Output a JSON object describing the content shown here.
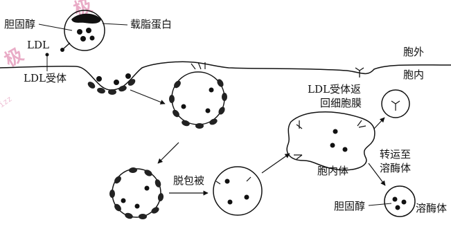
{
  "labels": {
    "cholesterol_top": "胆固醇",
    "apolipoprotein": "载脂蛋白",
    "ldl": "LDL",
    "outside_cell": "胞外",
    "ldl_receptor": "LDL受体",
    "inside_cell": "胞内",
    "receptor_return_line1": "LDL受体返",
    "receptor_return_line2": "回细胞膜",
    "uncoating": "脱包被",
    "endosome": "胞内体",
    "transport_line1": "转运至",
    "transport_line2": "溶酶体",
    "cholesterol_bottom": "胆固醇",
    "lysosome": "溶酶体"
  },
  "watermark": {
    "text": "极",
    "small_text": "izz"
  },
  "colors": {
    "ink": "#111111",
    "watermark": "#d86a9a"
  }
}
